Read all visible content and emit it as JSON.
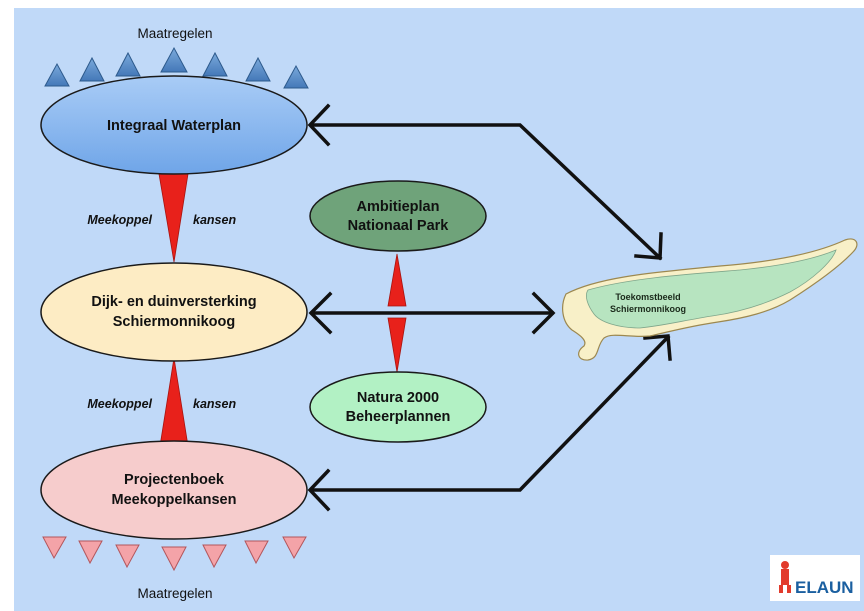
{
  "top_label": "Maatregelen",
  "bottom_label": "Maatregelen",
  "nodes": {
    "waterplan": {
      "line1": "Integraal Waterplan",
      "color": "#7fb2ee"
    },
    "dijk": {
      "line1": "Dijk- en duinversterking",
      "line2": "Schiermonnikoog",
      "color": "#fdecc4"
    },
    "projectenboek": {
      "line1": "Projectenboek",
      "line2": "Meekoppelkansen",
      "color": "#f6cccc"
    },
    "ambitieplan": {
      "line1": "Ambitieplan",
      "line2": "Nationaal Park",
      "color": "#6fa37a"
    },
    "natura": {
      "line1": "Natura 2000",
      "line2": "Beheerplannen",
      "color": "#b2f1c4"
    }
  },
  "connectors": {
    "upper": {
      "left": "Meekoppel",
      "right": "kansen"
    },
    "lower": {
      "left": "Meekoppel",
      "right": "kansen"
    }
  },
  "island": {
    "line1": "Toekomstbeeld",
    "line2": "Schiermonnikoog"
  },
  "logo": {
    "text": "ELAUN"
  },
  "colors": {
    "background": "#c0d9f8",
    "top_triangles": "#5b8ec6",
    "bottom_triangles": "#f4a3a8",
    "connector_red": "#e8211b",
    "arrow": "#111111",
    "island_sand": "#f8f0c8",
    "island_green": "#b7e4c0"
  }
}
